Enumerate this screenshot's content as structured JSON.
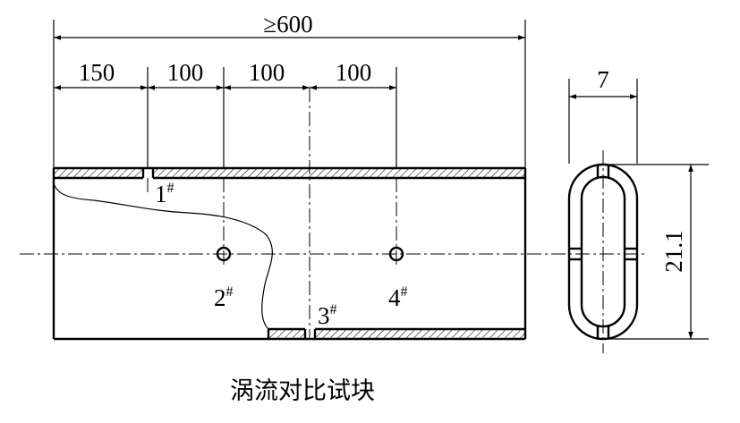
{
  "dimensions": {
    "total": "≥600",
    "seg1": "150",
    "seg2": "100",
    "seg3": "100",
    "seg4": "100",
    "width": "7",
    "height": "21.1"
  },
  "holes": {
    "h1": "1",
    "h2": "2",
    "h3": "3",
    "h4": "4",
    "mark": "#"
  },
  "caption": "涡流对比试块"
}
